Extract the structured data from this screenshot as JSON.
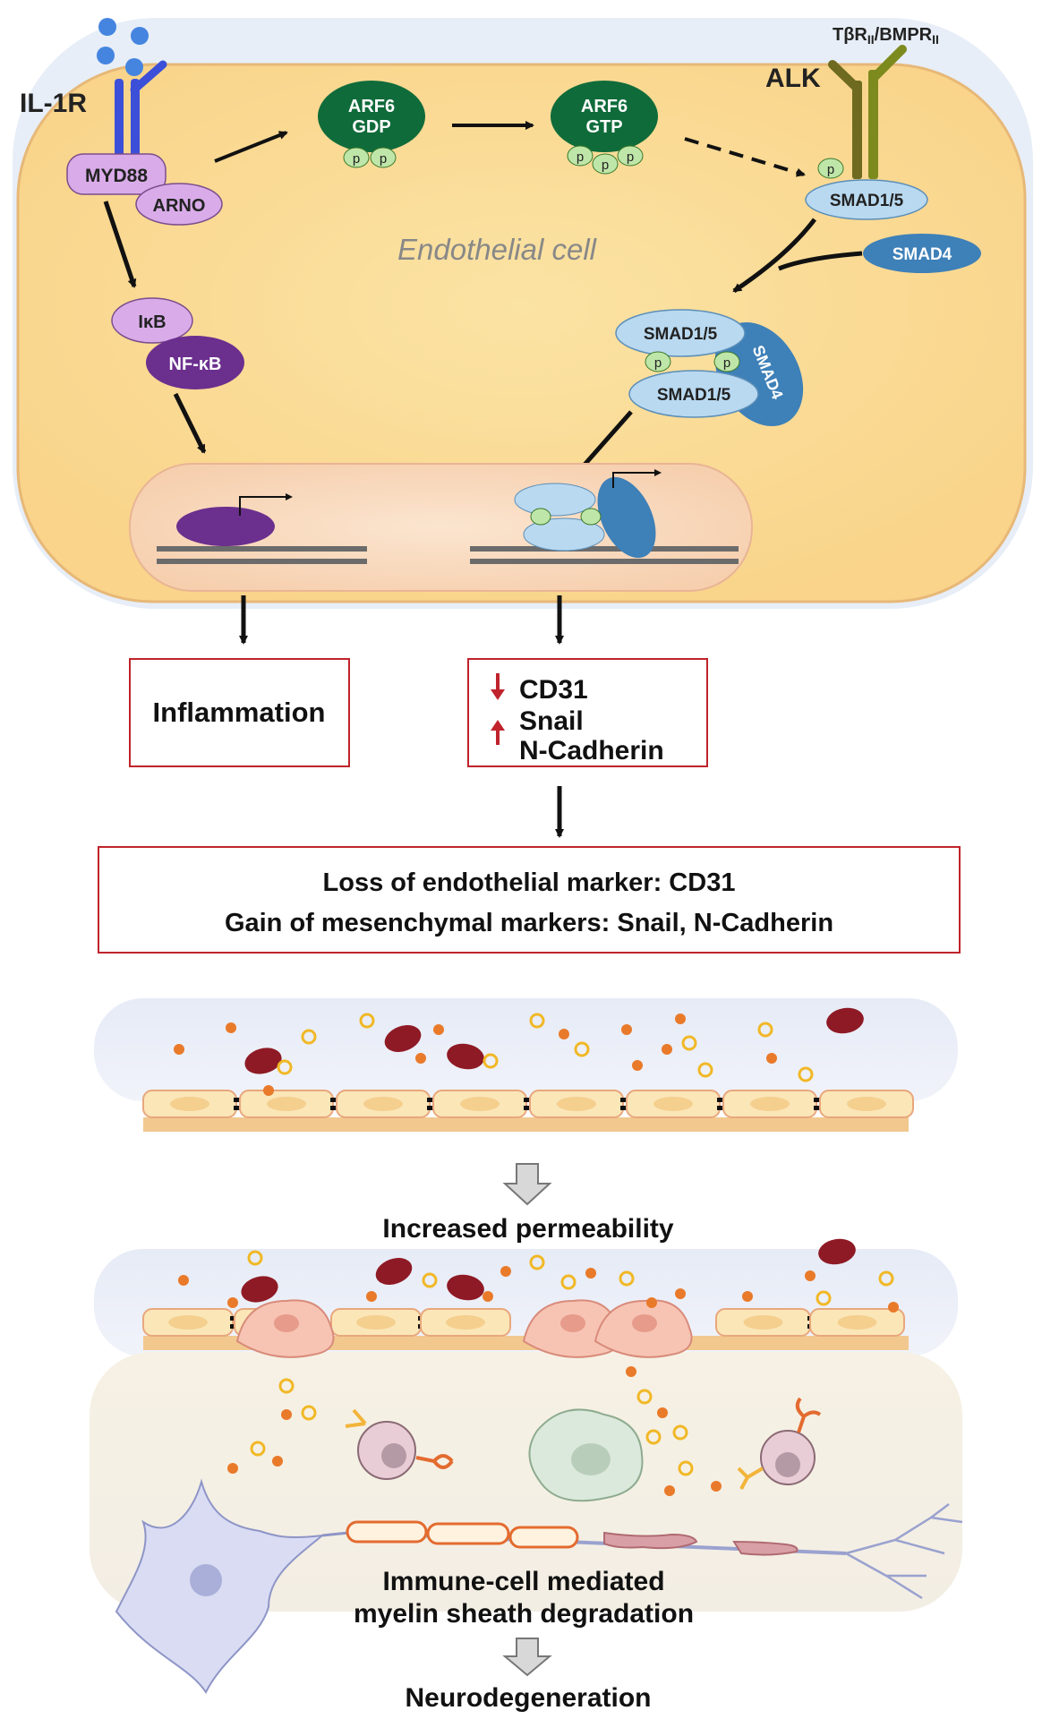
{
  "cell": {
    "title": "Endothelial cell",
    "receptors": {
      "il1r": "IL-1R",
      "alk": "ALK",
      "tbr_prefix": "TβR",
      "tbr_sub": "II",
      "bmpr_prefix": "/BMPR",
      "bmpr_sub": "II"
    },
    "proteins": {
      "myd88": "MYD88",
      "arno": "ARNO",
      "ikb": "IκB",
      "nfkb": "NF-κB",
      "arf6_gdp_1": "ARF6",
      "arf6_gdp_2": "GDP",
      "arf6_gtp_1": "ARF6",
      "arf6_gtp_2": "GTP",
      "smad15": "SMAD1/5",
      "smad4": "SMAD4",
      "complex_smad15_top": "SMAD1/5",
      "complex_smad15_bottom": "SMAD1/5",
      "complex_smad4": "SMAD4",
      "phospho": "p"
    }
  },
  "outcomes": {
    "inflammation": "Inflammation",
    "markers": {
      "down_label": "CD31",
      "up_label_1": "Snail",
      "up_label_2": "N-Cadherin"
    },
    "summary_line_1": "Loss of endothelial marker: CD31",
    "summary_line_2": "Gain of mesenchymal markers: Snail, N-Cadherin"
  },
  "stages": {
    "permeability": "Increased permeability",
    "myelin_1": "Immune-cell mediated",
    "myelin_2": "myelin sheath degradation",
    "final": "Neurodegeneration"
  },
  "colors": {
    "cell_fill": "#fbdc8e",
    "nucleus_fill": "#f7d9c0",
    "receptor_blue": "#3c4fd8",
    "arf6": "#0f6b3a",
    "smad_light": "#b9d9f0",
    "smad4": "#3e80b8",
    "nfkb": "#6b2f8e",
    "myd88": "#d8a8e6",
    "outcome_border": "#c0232c",
    "arrow_red": "#c0232c",
    "rbc": "#8e1a25"
  }
}
